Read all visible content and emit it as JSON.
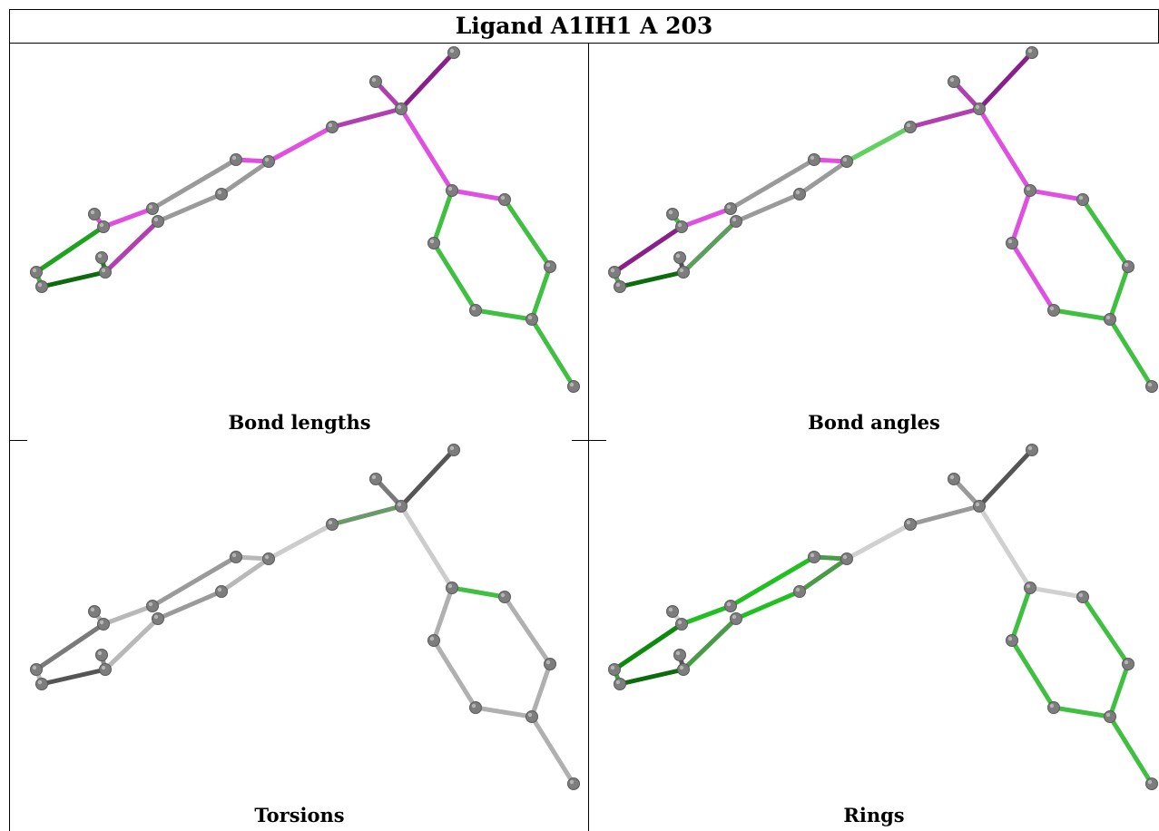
{
  "title": "Ligand A1IH1 A 203",
  "panels": [
    {
      "caption": "Bond lengths",
      "bond_colors": [
        "#1ea31e",
        "#45b045",
        "#e050e0",
        "#e050e0",
        "#9a9a9a",
        "#9a9a9a",
        "#9a9a9a",
        "#e050e0",
        "#b040b0",
        "#e050e0",
        "#b040b0",
        "#b040b0",
        "#8a1f8a",
        "#e050e0",
        "#e050e0",
        "#40c040",
        "#40c040",
        "#40c040",
        "#40c040",
        "#40c040",
        "#40c040",
        "#e050e0",
        "#0d6b0d",
        "#1a7f1a"
      ]
    },
    {
      "caption": "Bond angles",
      "bond_colors": [
        "#8a1f8a",
        "#5aa05a",
        "#e050e0",
        "#e050e0",
        "#9a9a9a",
        "#9a9a9a",
        "#9a9a9a",
        "#e050e0",
        "#5aa05a",
        "#60d060",
        "#b040b0",
        "#b040b0",
        "#8a1f8a",
        "#e050e0",
        "#e050e0",
        "#40c040",
        "#40c040",
        "#40c040",
        "#e050e0",
        "#e050e0",
        "#40c040",
        "#40c040",
        "#0d6b0d",
        "#505050"
      ]
    },
    {
      "caption": "Torsions",
      "bond_colors": [
        "#7a7a7a",
        "#b8b8b8",
        "#b8b8b8",
        "#b8b8b8",
        "#9a9a9a",
        "#9a9a9a",
        "#b8b8b8",
        "#b8b8b8",
        "#b8b8b8",
        "#cccccc",
        "#6a9a6a",
        "#7a7a7a",
        "#555555",
        "#cccccc",
        "#40c040",
        "#b0b0b0",
        "#b0b0b0",
        "#b0b0b0",
        "#b0b0b0",
        "#b0b0b0",
        "#b0b0b0",
        "#b0b0b0",
        "#555555",
        "#888888"
      ]
    },
    {
      "caption": "Rings",
      "bond_colors": [
        "#0d8a0d",
        "#3aa03a",
        "#20c020",
        "#20c020",
        "#20c020",
        "#20c020",
        "#4a9a4a",
        "#4a9a4a",
        "#4a9a4a",
        "#d0d0d0",
        "#9a9a9a",
        "#9a9a9a",
        "#555555",
        "#d0d0d0",
        "#d0d0d0",
        "#40c040",
        "#40c040",
        "#40c040",
        "#40c040",
        "#40c040",
        "#40c040",
        "#d0d0d0",
        "#0d6b0d",
        "#555555"
      ]
    }
  ]
}
